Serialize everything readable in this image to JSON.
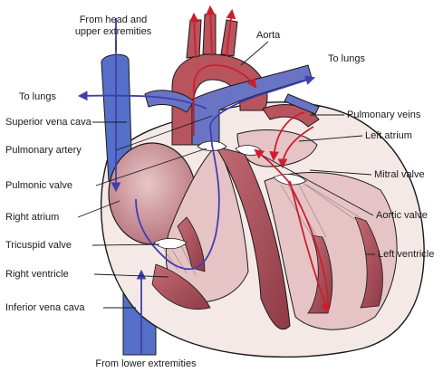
{
  "labels": {
    "from_head": "From head and\nupper extremities",
    "aorta": "Aorta",
    "to_lungs_right": "To lungs",
    "to_lungs_left": "To lungs",
    "superior_vena_cava": "Superior vena cava",
    "pulmonary_artery": "Pulmonary artery",
    "pulmonic_valve": "Pulmonic valve",
    "right_atrium": "Right atrium",
    "tricuspid_valve": "Tricuspid valve",
    "right_ventricle": "Right ventricle",
    "inferior_vena_cava": "Inferior vena cava",
    "from_lower": "From lower extremities",
    "pulmonary_veins": "Pulmonary veins",
    "left_atrium": "Left atrium",
    "mitral_valve": "Mitral valve",
    "aortic_valve": "Aortic valve",
    "left_ventricle": "Left ventricle"
  },
  "colors": {
    "deoxygenated": "#3f3fb0",
    "oxygenated": "#cc1f2e",
    "muscle": "#b85a66",
    "muscle_light": "#e6c4c6",
    "tissue": "#f4e9e6",
    "vessel_blue": "#5570c8",
    "vessel_red": "#b8545e",
    "line": "#1a1a1a"
  }
}
